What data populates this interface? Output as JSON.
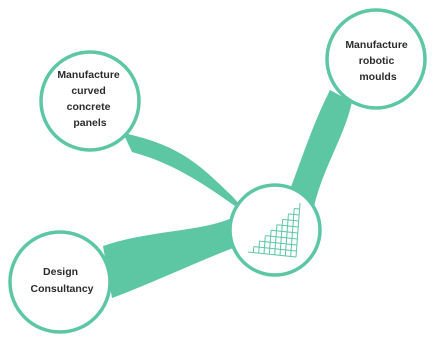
{
  "colors": {
    "accent": "#5cc7a2",
    "circle_fill": "#ffffff",
    "text": "#2b2b2b"
  },
  "nodes": [
    {
      "id": "curved-panels",
      "lines": [
        "Manufacture",
        "curved",
        "concrete",
        "panels"
      ]
    },
    {
      "id": "robotic-moulds",
      "lines": [
        "Manufacture",
        "robotic",
        "moulds"
      ]
    },
    {
      "id": "design-consultancy",
      "lines": [
        "Design",
        "Consultancy"
      ]
    }
  ],
  "hub": {
    "icon": "wireframe-logo-icon"
  }
}
